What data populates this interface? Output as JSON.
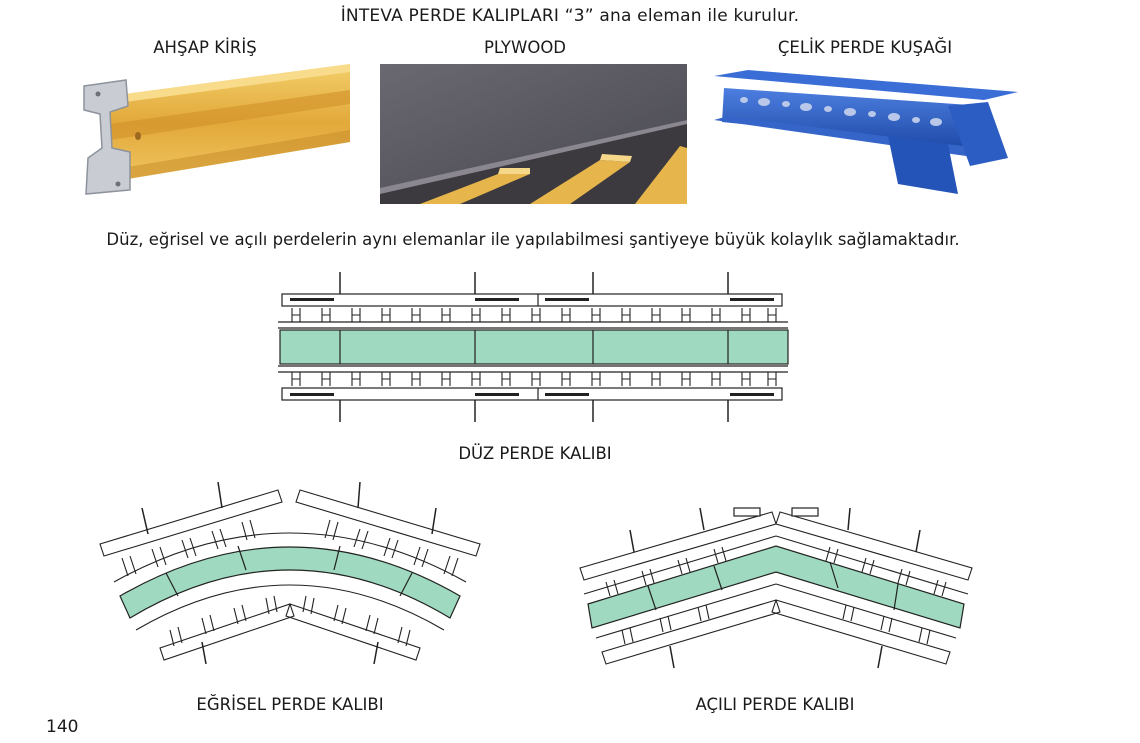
{
  "page": {
    "heading": "İNTEVA PERDE KALIPLARI “3” ana eleman ile kurulur.",
    "components": [
      {
        "label": "AHŞAP KİRİŞ"
      },
      {
        "label": "PLYWOOD"
      },
      {
        "label": "ÇELİK PERDE KUŞAĞI"
      }
    ],
    "paragraph": "Düz, eğrisel ve açılı perdelerin aynı elemanlar ile yapılabilmesi şantiyeye büyük kolaylık sağlamaktadır.",
    "diagrams": {
      "straight": "DÜZ PERDE KALIBI",
      "curved": "EĞRİSEL PERDE KALIBI",
      "angled": "AÇILI PERDE KALIBI"
    },
    "page_number": "140"
  },
  "colors": {
    "wall_fill": "#9fd9bf",
    "timber": "#e8b43e",
    "plywood": "#5a5a62",
    "steel_waler": "#2f5fc4"
  },
  "icons": {
    "timber_beam": "timber-beam-illustration",
    "plywood": "plywood-panel-illustration",
    "steel_waler": "steel-waler-illustration"
  }
}
